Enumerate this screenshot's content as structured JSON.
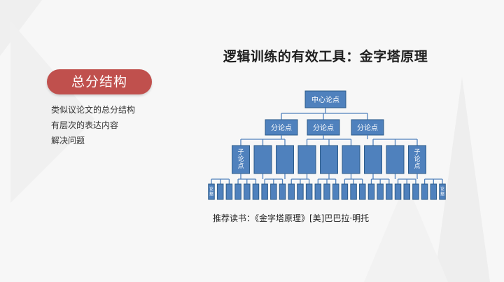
{
  "left_panel": {
    "heading": "总分结构",
    "lines": [
      "类似议论文的总分结构",
      "有层次的表达内容",
      "解决问题"
    ]
  },
  "main_title": "逻辑训练的有效工具：金字塔原理",
  "pyramid": {
    "root_label": "中心论点",
    "level2_labels": [
      "分论点",
      "分论点",
      "分论点"
    ],
    "level3_count": 9,
    "level3_labeled": [
      "子论点",
      "子论点"
    ],
    "level4_count": 27,
    "level4_labeled": [
      "论据",
      "论据"
    ],
    "box_color": "#4f81bd",
    "box_border": "#2e5c8a",
    "line_color": "#4f81bd"
  },
  "recommendation": "推荐读书：《金字塔原理》[美]巴巴拉·明托",
  "colors": {
    "accent": "#c0504d"
  }
}
